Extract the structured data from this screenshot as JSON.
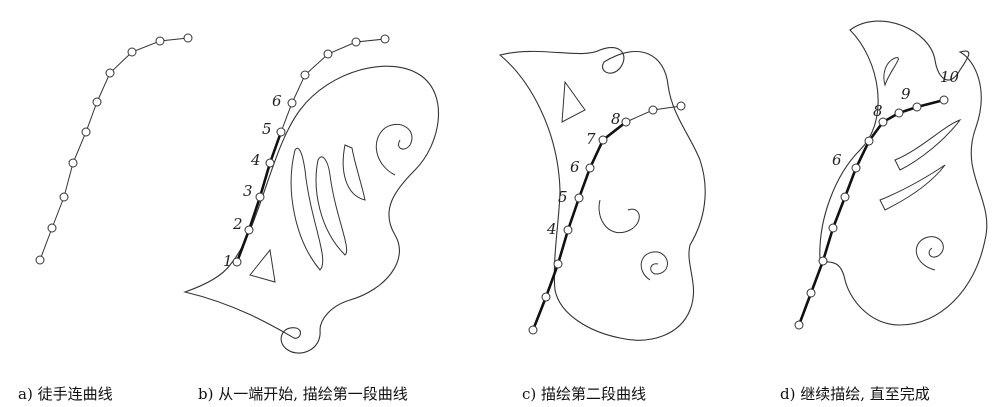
{
  "colors": {
    "line": "#222222",
    "background": "#ffffff"
  },
  "panels": [
    {
      "id": "a",
      "caption": "a) 徒手连曲线",
      "labels": []
    },
    {
      "id": "b",
      "caption": "b) 从一端开始, 描绘第一段曲线",
      "labels": [
        "1",
        "2",
        "3",
        "4",
        "5",
        "6"
      ]
    },
    {
      "id": "c",
      "caption": "c) 描绘第二段曲线",
      "labels": [
        "4",
        "5",
        "6",
        "7",
        "8"
      ]
    },
    {
      "id": "d",
      "caption": "d) 继续描绘, 直至完成",
      "labels": [
        "6",
        "8",
        "9",
        "10"
      ]
    }
  ]
}
